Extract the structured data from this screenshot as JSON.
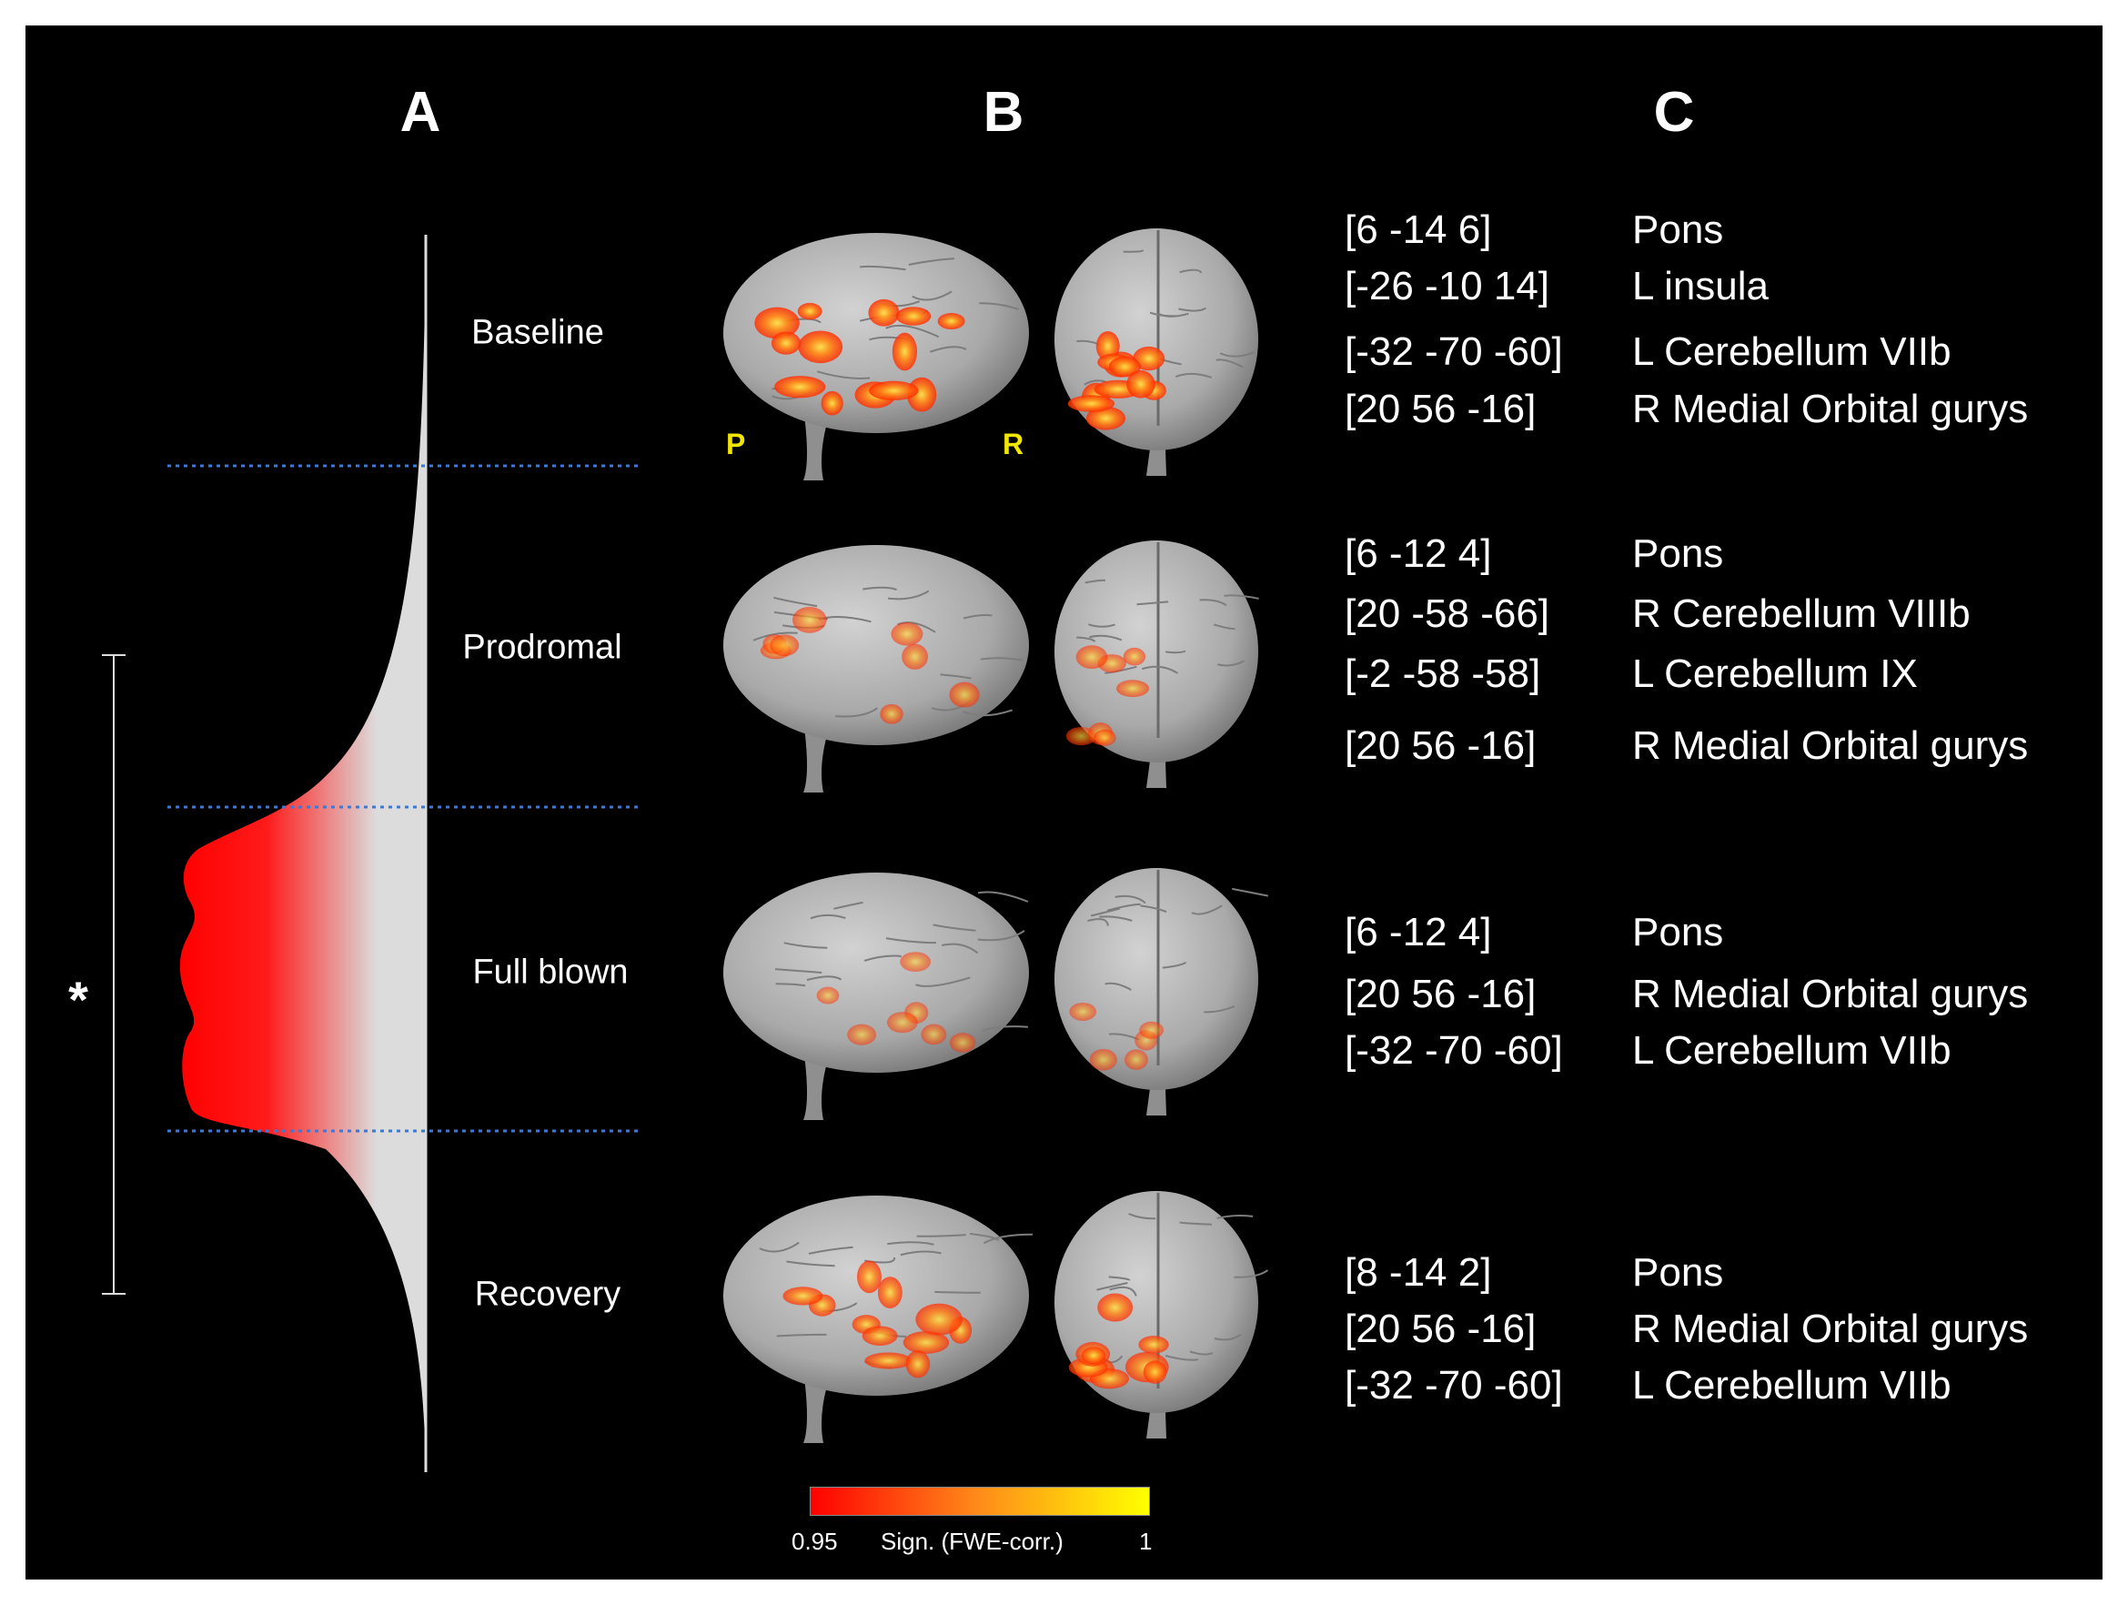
{
  "panels": {
    "a": "A",
    "b": "B",
    "c": "C"
  },
  "stages": [
    {
      "label": "Baseline",
      "activation": 1.0,
      "regions": [
        {
          "coord": "[6 -14 6]",
          "region": "Pons"
        },
        {
          "coord": "[-26 -10 14]",
          "region": "L insula"
        },
        {
          "coord": "[-32 -70 -60]",
          "region": "L Cerebellum VIIb"
        },
        {
          "coord": "[20 56 -16]",
          "region": "R Medial Orbital gurys"
        }
      ]
    },
    {
      "label": "Prodromal",
      "activation": 0.45,
      "regions": [
        {
          "coord": "[6 -12 4]",
          "region": "Pons"
        },
        {
          "coord": "[20 -58 -66]",
          "region": "R Cerebellum VIIIb"
        },
        {
          "coord": "[-2 -58 -58]",
          "region": "L Cerebellum IX"
        },
        {
          "coord": "[20 56 -16]",
          "region": "R Medial Orbital gurys"
        }
      ]
    },
    {
      "label": "Full blown",
      "activation": 0.3,
      "regions": [
        {
          "coord": "[6 -12 4]",
          "region": "Pons"
        },
        {
          "coord": "[20 56 -16]",
          "region": "R Medial Orbital gurys"
        },
        {
          "coord": "[-32 -70 -60]",
          "region": "L Cerebellum VIIb"
        }
      ]
    },
    {
      "label": "Recovery",
      "activation": 0.8,
      "regions": [
        {
          "coord": "[8 -14 2]",
          "region": "Pons"
        },
        {
          "coord": "[20 56 -16]",
          "region": "R Medial Orbital gurys"
        },
        {
          "coord": "[-32 -70 -60]",
          "region": "L Cerebellum VIIb"
        }
      ]
    }
  ],
  "view_labels": {
    "lateral": "P",
    "posterior": "R"
  },
  "significance_marker": "*",
  "colorbar": {
    "min_label": "0.95",
    "max_label": "1",
    "caption": "Sign. (FWE-corr.)",
    "color_low": "#ff0000",
    "color_high": "#ffff00"
  },
  "colors": {
    "background": "#000000",
    "text": "#ffffff",
    "divider": "#3b78d8",
    "attack_red": "#ff0000",
    "curve_fill": "#dcdcdc",
    "view_letter": "#f2e600"
  }
}
